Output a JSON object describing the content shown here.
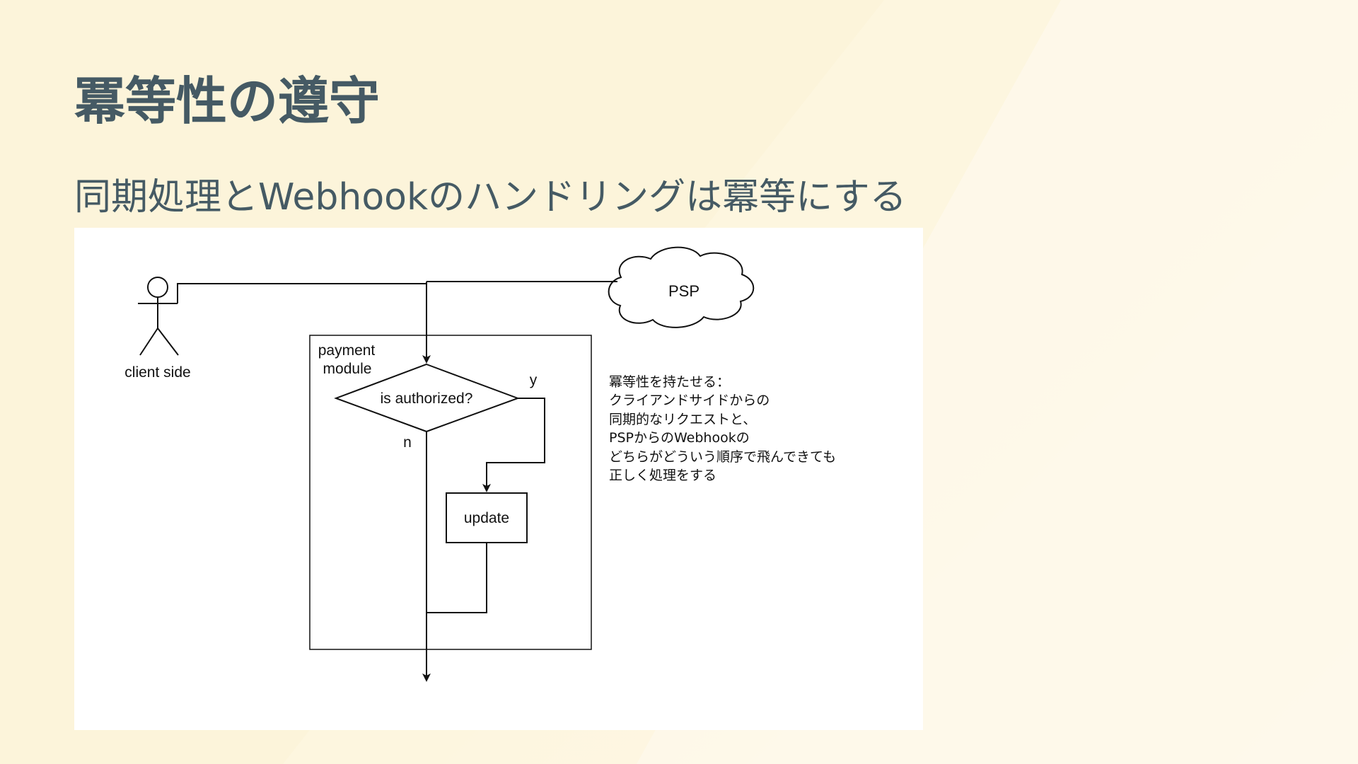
{
  "slide": {
    "title": "冪等性の遵守",
    "subtitle": "同期処理とWebhookのハンドリングは冪等にする"
  },
  "colors": {
    "background": "#fcf4da",
    "text": "#455a64",
    "diagram_background": "#ffffff",
    "diagram_stroke": "#111111"
  },
  "diagram": {
    "actor_label": "client side",
    "cloud_label": "PSP",
    "module_label_line1": "payment",
    "module_label_line2": "module",
    "decision_label": "is authorized?",
    "yes_label": "y",
    "no_label": "n",
    "process_label": "update",
    "note_lines": [
      "冪等性を持たせる：",
      "クライアンドサイドからの",
      "同期的なリクエストと、",
      "PSPからのWebhookの",
      "どちらがどういう順序で飛んできても",
      "正しく処理をする"
    ]
  }
}
